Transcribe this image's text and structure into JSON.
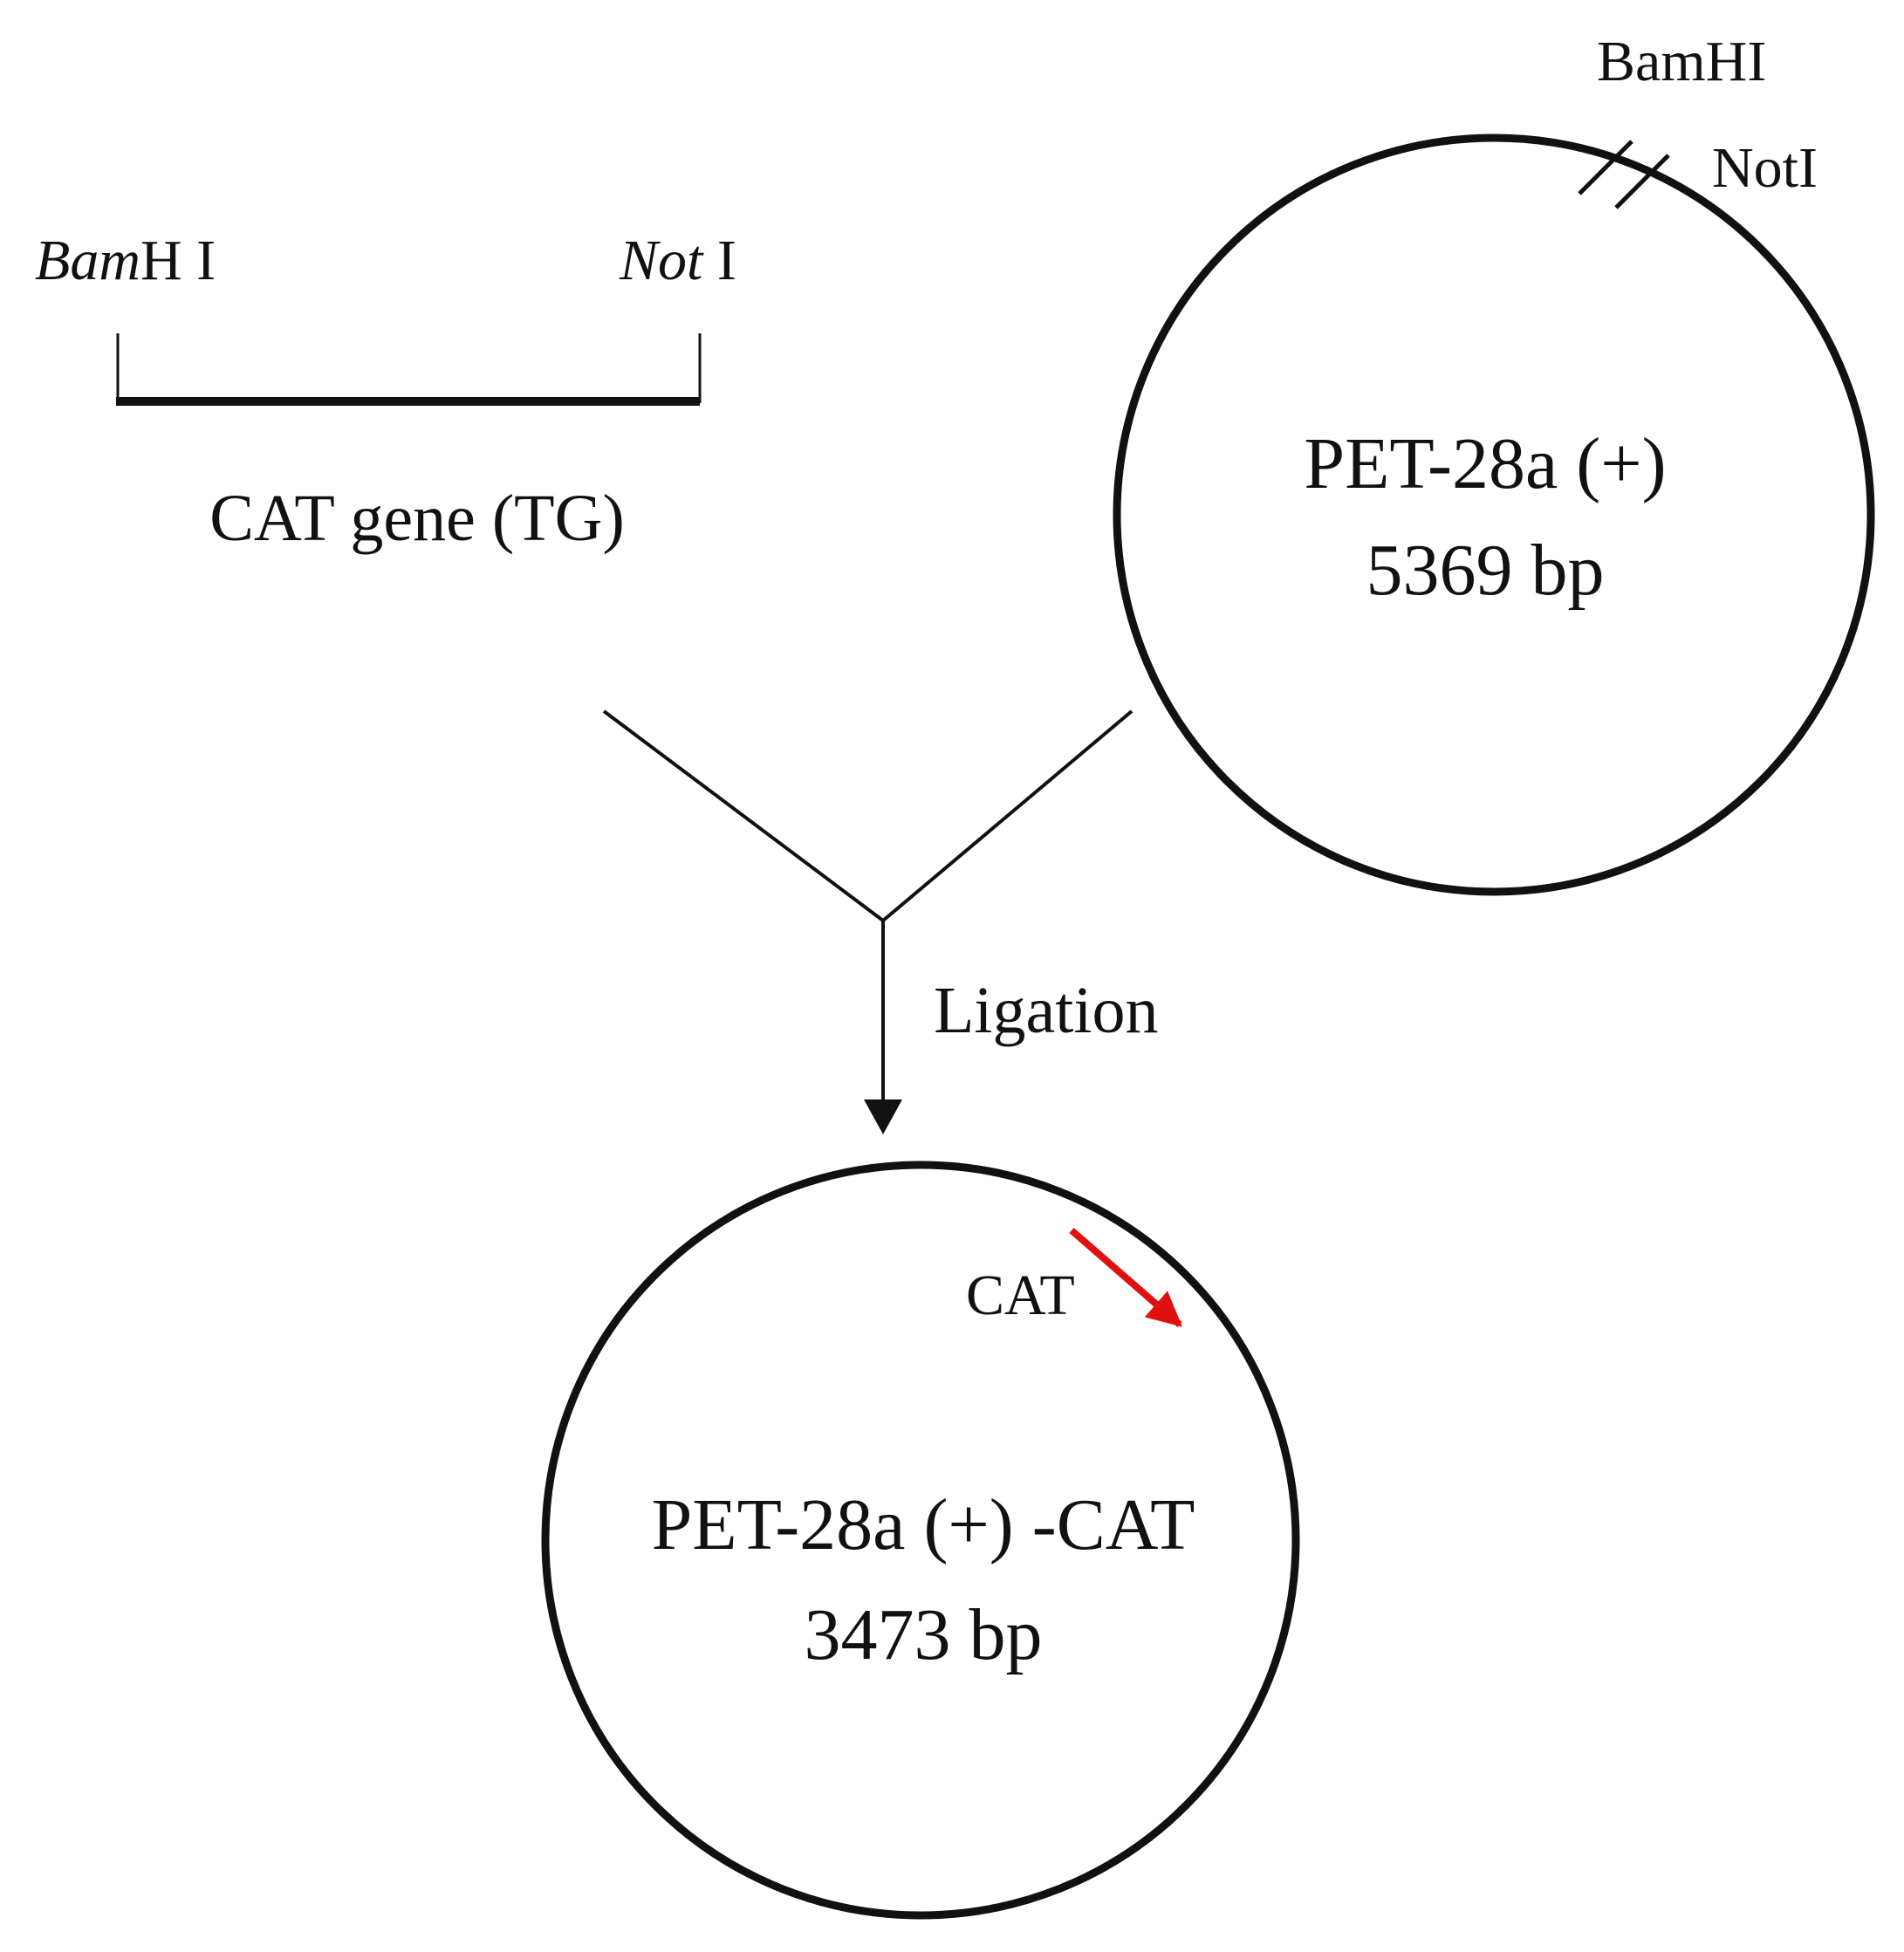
{
  "insert": {
    "site_left_italic": "Bam",
    "site_left_rest": "H I",
    "site_right_italic": "Not",
    "site_right_rest": " I",
    "name": "CAT gene (TG)"
  },
  "vector": {
    "site_top": "BamHI",
    "site_side": "NotI",
    "name": "PET-28a (+)",
    "size": "5369 bp"
  },
  "step": {
    "label": "Ligation"
  },
  "product": {
    "gene_label": "CAT",
    "name": "PET-28a (+) -CAT",
    "size": "3473 bp"
  },
  "colors": {
    "line": "#111111",
    "gene_arrow": "#e01010",
    "background": "#ffffff"
  }
}
